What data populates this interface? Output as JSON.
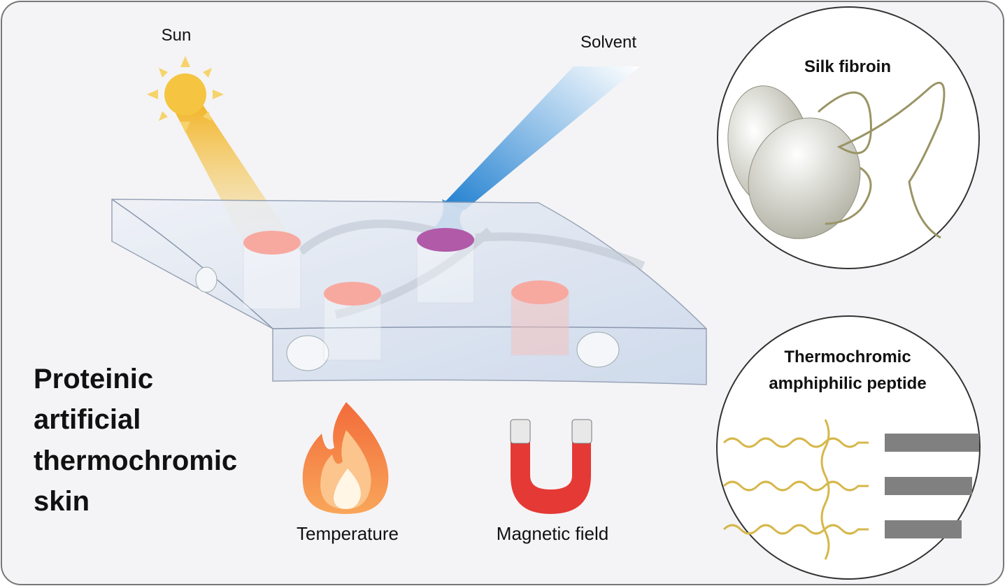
{
  "labels": {
    "sun": "Sun",
    "solvent": "Solvent",
    "silk_fibroin": "Silk fibroin",
    "peptide_line1": "Thermochromic",
    "peptide_line2": "amphiphilic peptide",
    "title_line1": "Proteinic",
    "title_line2": "artificial",
    "title_line3": "thermochromic",
    "title_line4": "skin",
    "temperature": "Temperature",
    "magnetic_field": "Magnetic field"
  },
  "colors": {
    "sun": "#f5c542",
    "solvent": "#2f8fd8",
    "well": "#f7a9a0",
    "solvent_well": "#b05aa8",
    "magnet": "#e53935"
  }
}
